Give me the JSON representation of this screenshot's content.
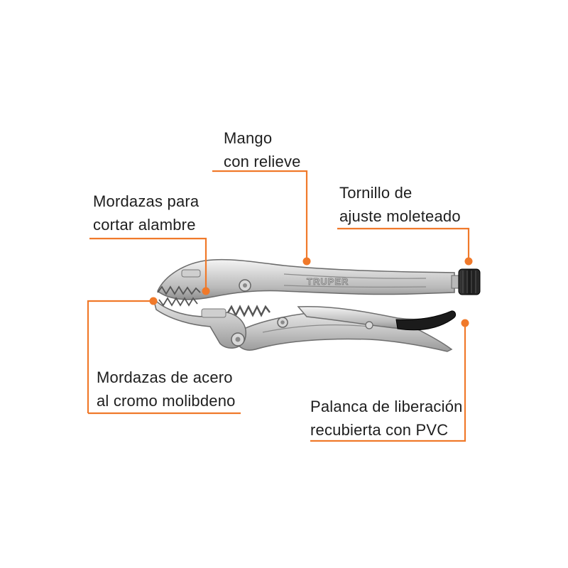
{
  "accent_color": "#f0792a",
  "tool": {
    "brand_engraving": "TRUPER"
  },
  "callouts": {
    "mango": {
      "line1": "Mango",
      "line2": "con relieve"
    },
    "tornillo": {
      "line1": "Tornillo de",
      "line2": "ajuste moleteado"
    },
    "corte": {
      "line1": "Mordazas para",
      "line2": "cortar alambre"
    },
    "acero": {
      "line1": "Mordazas de acero",
      "line2": "al cromo molibdeno"
    },
    "palanca": {
      "line1": "Palanca de liberación",
      "line2": "recubierta con PVC"
    }
  }
}
